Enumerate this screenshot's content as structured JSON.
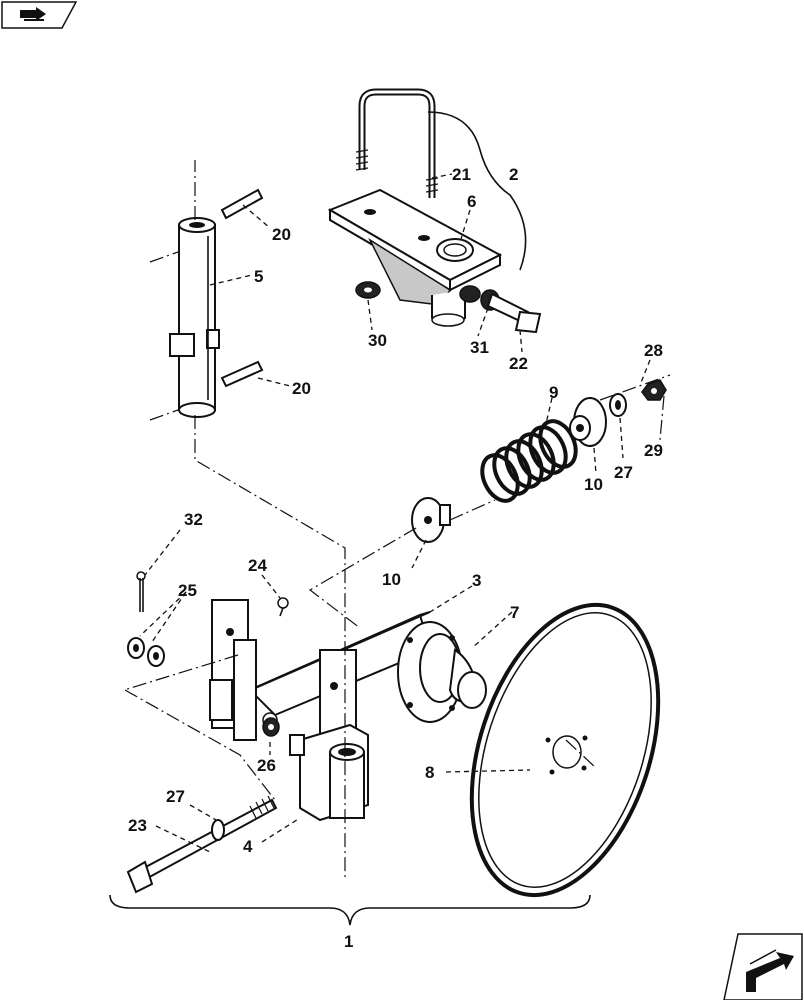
{
  "nav": {
    "back_icon": "back-arrow-icon",
    "next_icon": "next-page-arrow-icon"
  },
  "callouts": {
    "c1": "1",
    "c2": "2",
    "c3": "3",
    "c4": "4",
    "c5": "5",
    "c6": "6",
    "c7": "7",
    "c8": "8",
    "c9": "9",
    "c10a": "10",
    "c10b": "10",
    "c20a": "20",
    "c20b": "20",
    "c21": "21",
    "c22": "22",
    "c23": "23",
    "c24": "24",
    "c25": "25",
    "c26": "26",
    "c27a": "27",
    "c27b": "27",
    "c28": "28",
    "c29": "29",
    "c30": "30",
    "c31": "31",
    "c32": "32"
  }
}
